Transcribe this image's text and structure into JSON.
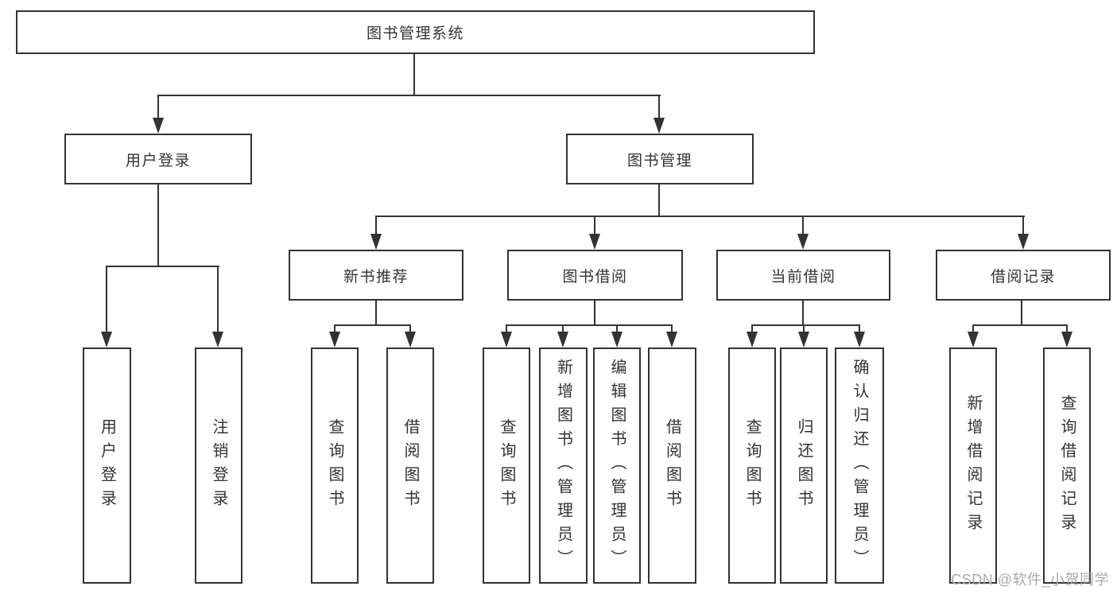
{
  "diagram": {
    "root": {
      "label": "图书管理系统"
    },
    "level2": [
      {
        "label": "用户登录"
      },
      {
        "label": "图书管理"
      }
    ],
    "level3": [
      {
        "label": "新书推荐",
        "parent": "图书管理"
      },
      {
        "label": "图书借阅",
        "parent": "图书管理"
      },
      {
        "label": "当前借阅",
        "parent": "图书管理"
      },
      {
        "label": "借阅记录",
        "parent": "图书管理"
      }
    ],
    "leaves": [
      {
        "label": "用户登录",
        "parent": "用户登录"
      },
      {
        "label": "注销登录",
        "parent": "用户登录"
      },
      {
        "label": "查询图书",
        "parent": "新书推荐"
      },
      {
        "label": "借阅图书",
        "parent": "新书推荐"
      },
      {
        "label": "查询图书",
        "parent": "图书借阅"
      },
      {
        "label": "新增图书（管理员）",
        "parent": "图书借阅"
      },
      {
        "label": "编辑图书（管理员）",
        "parent": "图书借阅"
      },
      {
        "label": "借阅图书",
        "parent": "图书借阅"
      },
      {
        "label": "查询图书",
        "parent": "当前借阅"
      },
      {
        "label": "归还图书",
        "parent": "当前借阅"
      },
      {
        "label": "确认归还（管理员）",
        "parent": "当前借阅"
      },
      {
        "label": "新增借阅记录",
        "parent": "借阅记录"
      },
      {
        "label": "查询借阅记录",
        "parent": "借阅记录"
      }
    ]
  },
  "watermark": {
    "text": "CSDN @软件_小贺同学"
  },
  "colors": {
    "line": "#333333",
    "box_border": "#333333",
    "text": "#333333",
    "watermark": "#a9a9a9",
    "background": "#ffffff"
  }
}
